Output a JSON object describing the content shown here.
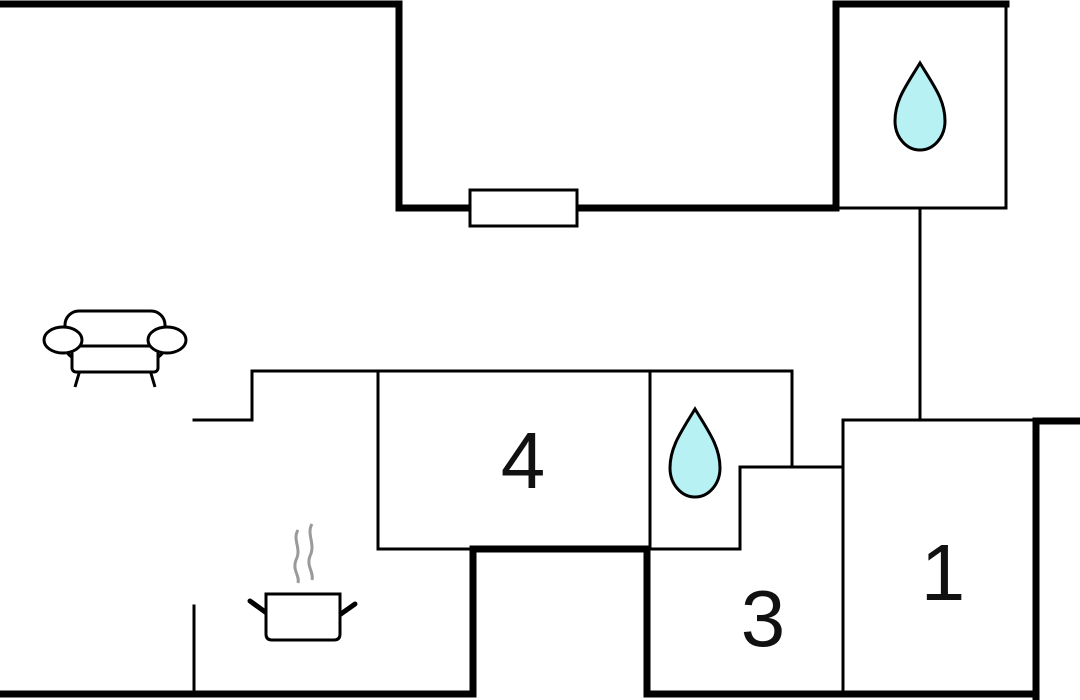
{
  "colors": {
    "wall": "#000000",
    "background": "#ffffff",
    "water_drop": "#b8f1f4",
    "steam": "#9a9a9a"
  },
  "rooms": {
    "room_1": {
      "label": "1"
    },
    "room_3": {
      "label": "3"
    },
    "room_4": {
      "label": "4"
    }
  },
  "icons": {
    "sofa": "sofa-icon",
    "cooking_pot": "cooking-pot-icon",
    "water_drop": "water-drop-icon"
  }
}
